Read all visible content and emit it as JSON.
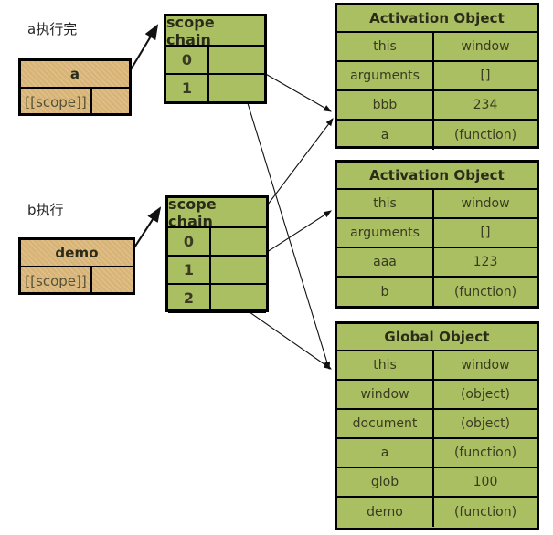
{
  "labels": {
    "a_done": "a执行完",
    "b_running": "b执行"
  },
  "function_a": {
    "name": "a",
    "scope_key": "[[scope]]",
    "scope_value": ""
  },
  "function_demo": {
    "name": "demo",
    "scope_key": "[[scope]]",
    "scope_value": ""
  },
  "scope_chain_a": {
    "title": "scope chain",
    "items": [
      {
        "index": "0",
        "value": ""
      },
      {
        "index": "1",
        "value": ""
      }
    ]
  },
  "scope_chain_demo": {
    "title": "scope chain",
    "items": [
      {
        "index": "0",
        "value": ""
      },
      {
        "index": "1",
        "value": ""
      },
      {
        "index": "2",
        "value": ""
      }
    ]
  },
  "activation_object_b": {
    "title": "Activation Object",
    "rows": [
      {
        "key": "this",
        "value": "window"
      },
      {
        "key": "arguments",
        "value": "[]"
      },
      {
        "key": "bbb",
        "value": "234"
      },
      {
        "key": "a",
        "value": "(function)"
      }
    ]
  },
  "activation_object_a": {
    "title": "Activation Object",
    "rows": [
      {
        "key": "this",
        "value": "window"
      },
      {
        "key": "arguments",
        "value": "[]"
      },
      {
        "key": "aaa",
        "value": "123"
      },
      {
        "key": "b",
        "value": "(function)"
      }
    ]
  },
  "global_object": {
    "title": "Global Object",
    "rows": [
      {
        "key": "this",
        "value": "window"
      },
      {
        "key": "window",
        "value": "(object)"
      },
      {
        "key": "document",
        "value": "(object)"
      },
      {
        "key": "a",
        "value": "(function)"
      },
      {
        "key": "glob",
        "value": "100"
      },
      {
        "key": "demo",
        "value": "(function)"
      }
    ]
  },
  "colors": {
    "object_fill": "#a9bf62",
    "function_fill": "#d8b477",
    "border": "#000000",
    "text": "#3a3a22"
  }
}
